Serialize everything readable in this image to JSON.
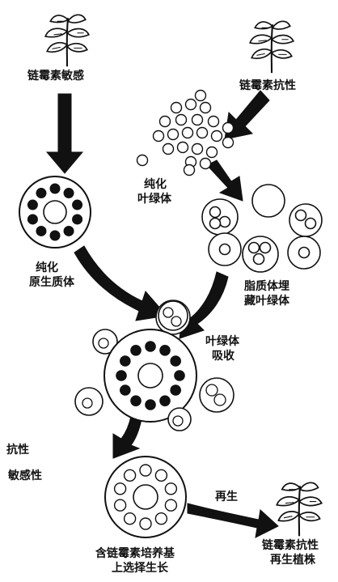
{
  "labels": {
    "sensitive_plant": "链霉素敏感",
    "resistant_plant": "链霉素抗性",
    "purified_chloroplast_1": "纯化",
    "purified_chloroplast_2": "叶绿体",
    "purified_protoplast_1": "纯化",
    "purified_protoplast_2": "原生质体",
    "liposome_1": "脂质体埋",
    "liposome_2": "藏叶绿体",
    "absorb_1": "叶绿体",
    "absorb_2": "吸收",
    "legend_resistant": "抗性",
    "legend_sensitive": "敏感性",
    "regenerate": "再生",
    "selection_1": "含链霉素培养基",
    "selection_2": "上选择生长",
    "result_1": "链霉素抗性",
    "result_2": "再生植株"
  },
  "icons": {
    "plant": "plant-icon",
    "arrow": "arrow-icon",
    "chloroplast": "chloroplast-icon",
    "protoplast": "protoplast-icon",
    "liposome": "liposome-icon"
  },
  "colors": {
    "ink": "#111111",
    "paper": "#ffffff"
  }
}
